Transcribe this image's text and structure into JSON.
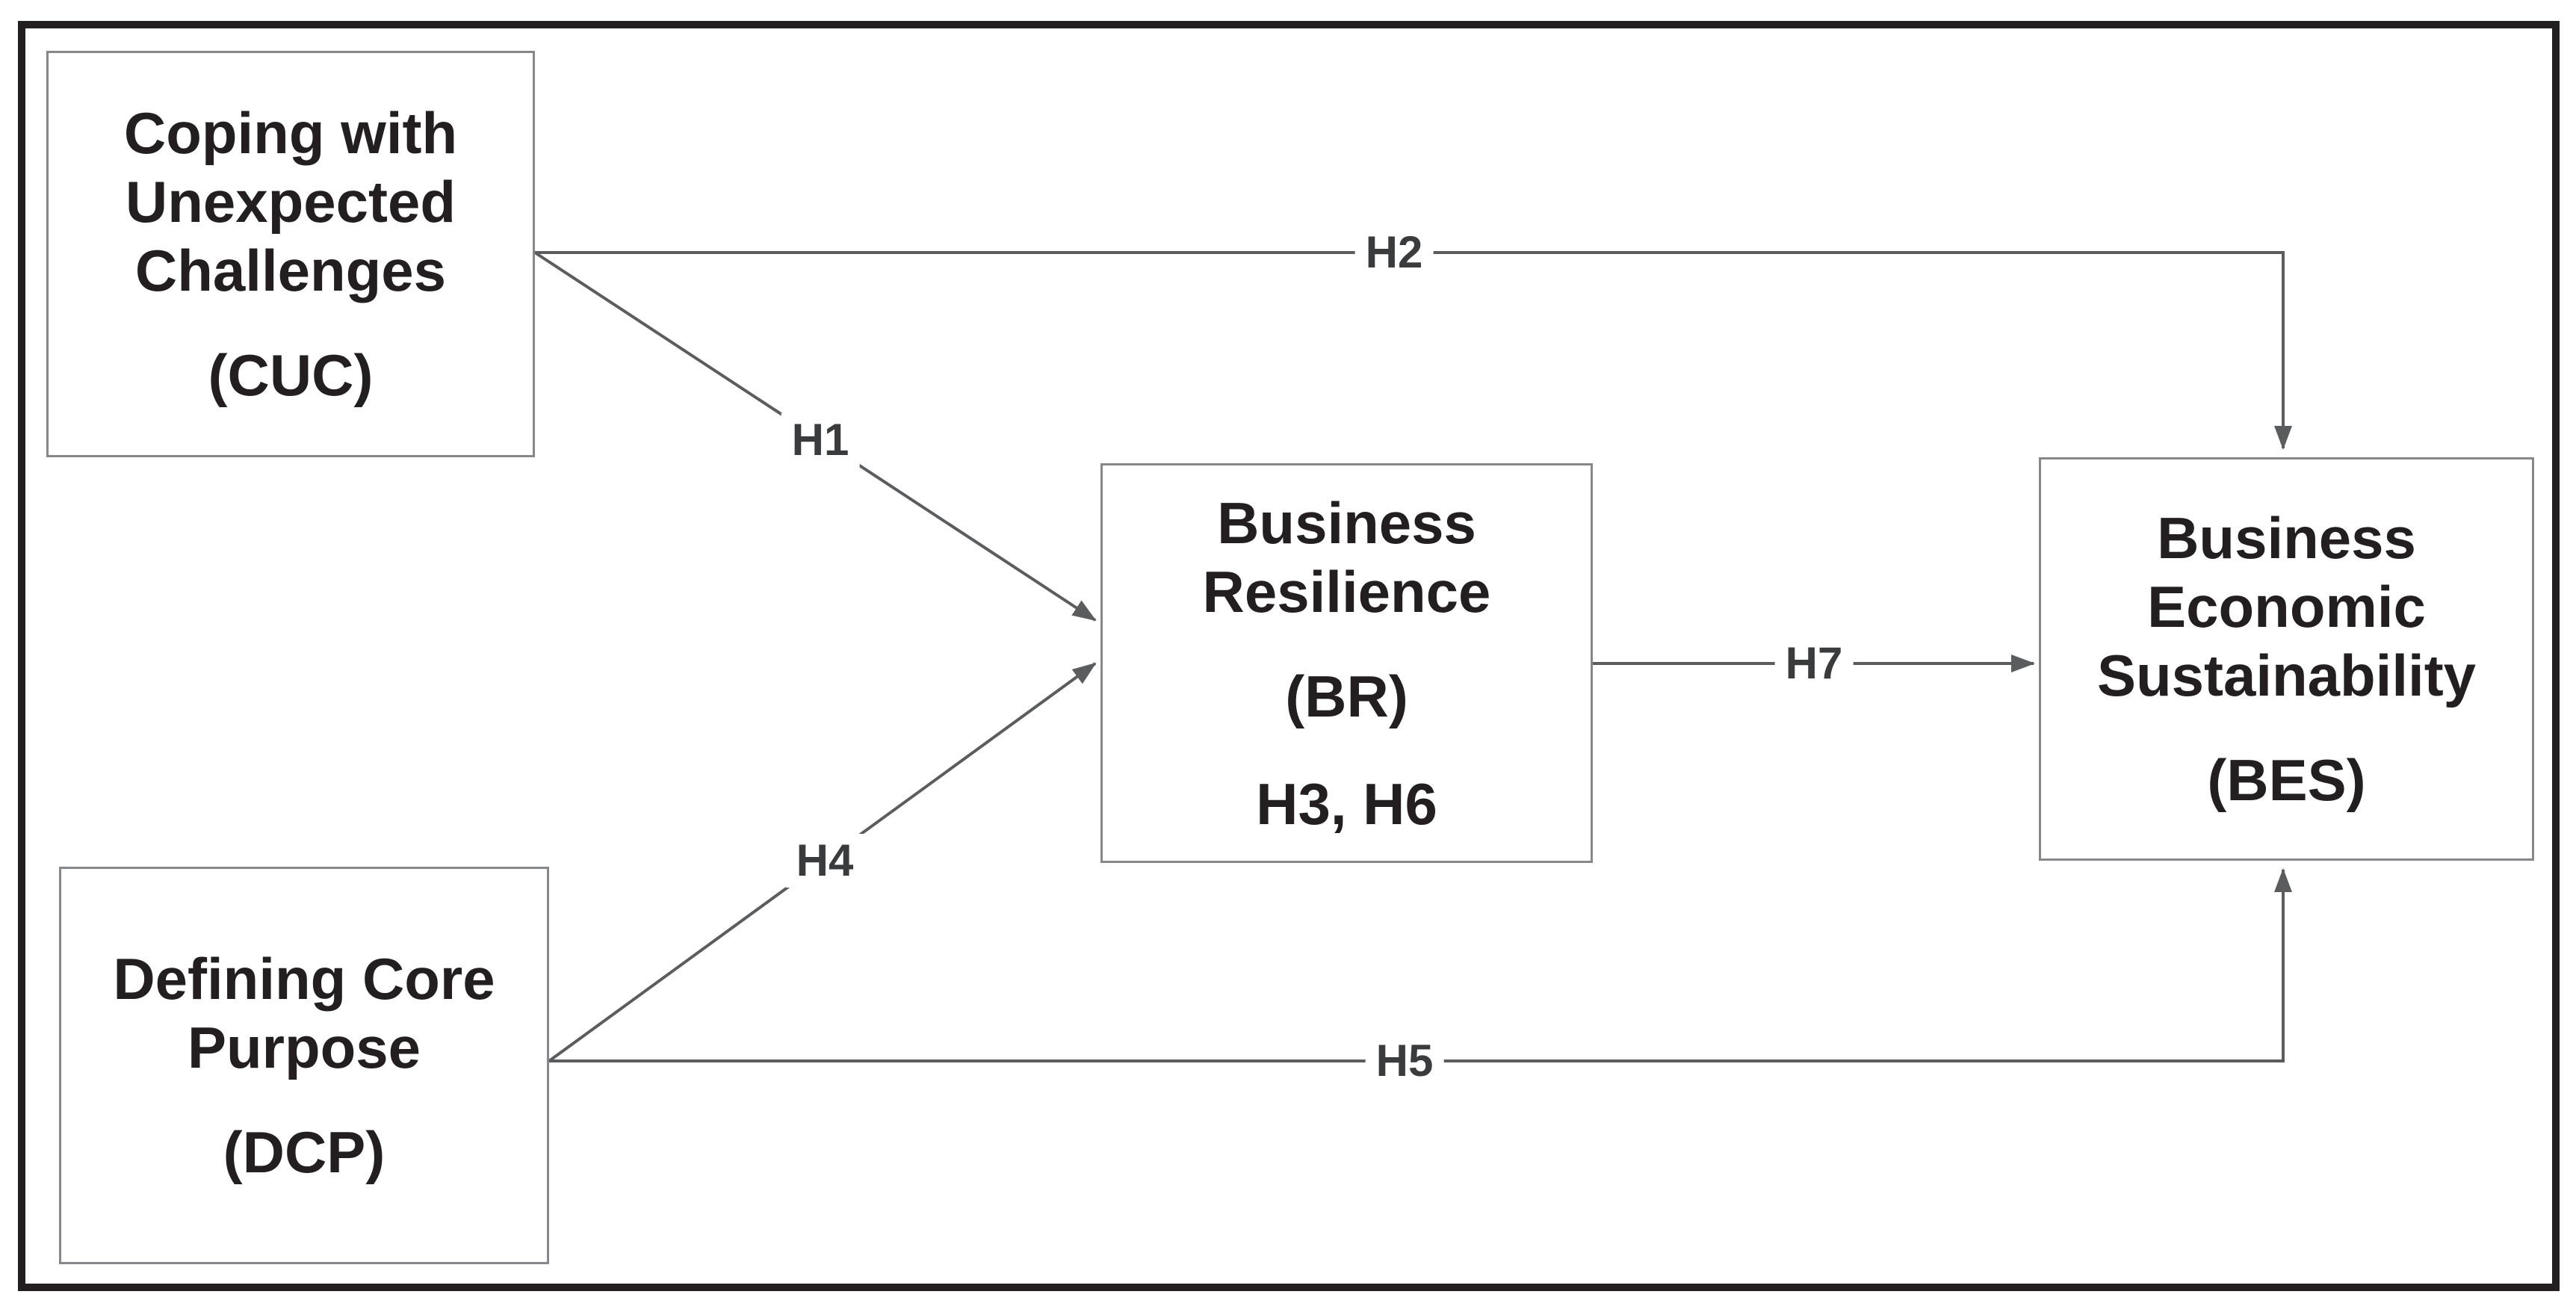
{
  "diagram": {
    "type": "hypothesis-path-model",
    "nodes": [
      {
        "id": "CUC",
        "lines": [
          "Coping with",
          "Unexpected",
          "Challenges"
        ],
        "acronym": "(CUC)"
      },
      {
        "id": "DCP",
        "lines": [
          "Defining Core",
          "Purpose"
        ],
        "acronym": "(DCP)"
      },
      {
        "id": "BR",
        "lines": [
          "Business",
          "Resilience"
        ],
        "acronym": "(BR)",
        "note": "H3, H6"
      },
      {
        "id": "BES",
        "lines": [
          "Business",
          "Economic",
          "Sustainability"
        ],
        "acronym": "(BES)"
      }
    ],
    "edges": [
      {
        "id": "H1",
        "label": "H1",
        "from": "CUC",
        "to": "BR"
      },
      {
        "id": "H2",
        "label": "H2",
        "from": "CUC",
        "to": "BES"
      },
      {
        "id": "H4",
        "label": "H4",
        "from": "DCP",
        "to": "BR"
      },
      {
        "id": "H5",
        "label": "H5",
        "from": "DCP",
        "to": "BES"
      },
      {
        "id": "H7",
        "label": "H7",
        "from": "BR",
        "to": "BES"
      }
    ],
    "colors": {
      "frame_border": "#231f20",
      "node_border": "#85878a",
      "connector": "#5b5c5e",
      "text": "#231f20",
      "edge_label_text": "#3a3b3d",
      "background": "#ffffff"
    }
  }
}
